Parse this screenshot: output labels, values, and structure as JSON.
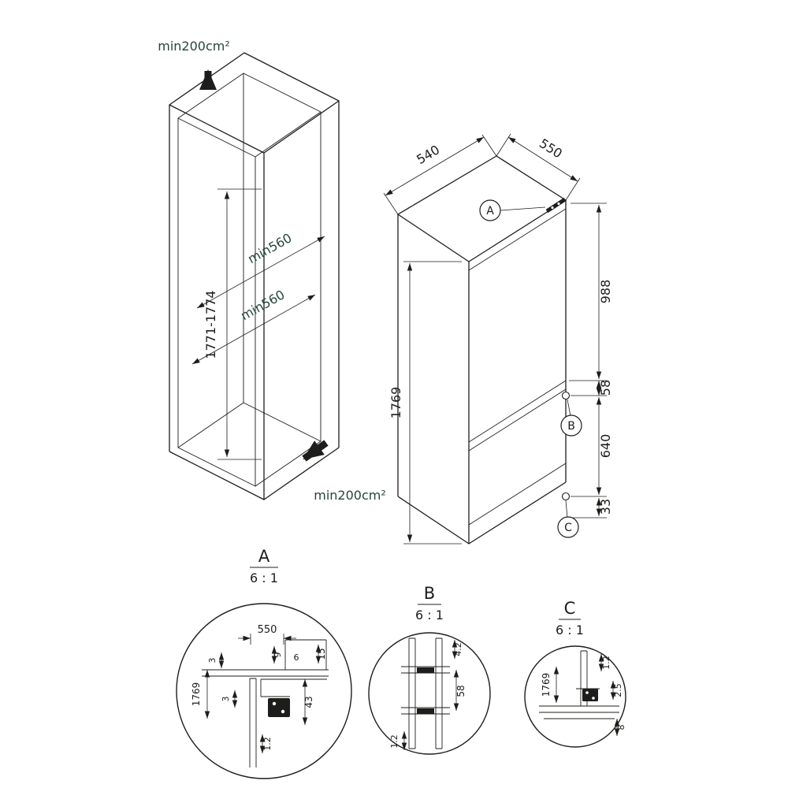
{
  "drawing": {
    "background": "#ffffff",
    "ink_color": "#1d1d1b",
    "vent_label_color": "#27463f",
    "niche": {
      "vent_top": "min200cm²",
      "vent_bottom": "min200cm²",
      "height_range": "1771-1774",
      "depth_upper": "min560",
      "depth_lower": "min560"
    },
    "appliance": {
      "depth": "540",
      "width": "550",
      "height": "1769",
      "upper_door": "988",
      "hinge_gap": "58",
      "lower_door": "640",
      "plinth": "33",
      "callouts": {
        "a": "A",
        "b": "B",
        "c": "C"
      }
    },
    "details": {
      "a": {
        "title": "A",
        "scale": "6 : 1",
        "dims": {
          "width": "550",
          "d15": "15",
          "d6": "6",
          "d9": "9",
          "d3_top": "3",
          "d3_side": "3",
          "height_ref": "1769",
          "d43": "43",
          "gap": "1.2"
        }
      },
      "b": {
        "title": "B",
        "scale": "6 : 1",
        "dims": {
          "d42": "4.2",
          "d58": "58",
          "gap": "1.2"
        }
      },
      "c": {
        "title": "C",
        "scale": "6 : 1",
        "dims": {
          "height_ref": "1769",
          "d12": "1.2",
          "d25": "2.5",
          "d8": "8"
        }
      }
    }
  }
}
